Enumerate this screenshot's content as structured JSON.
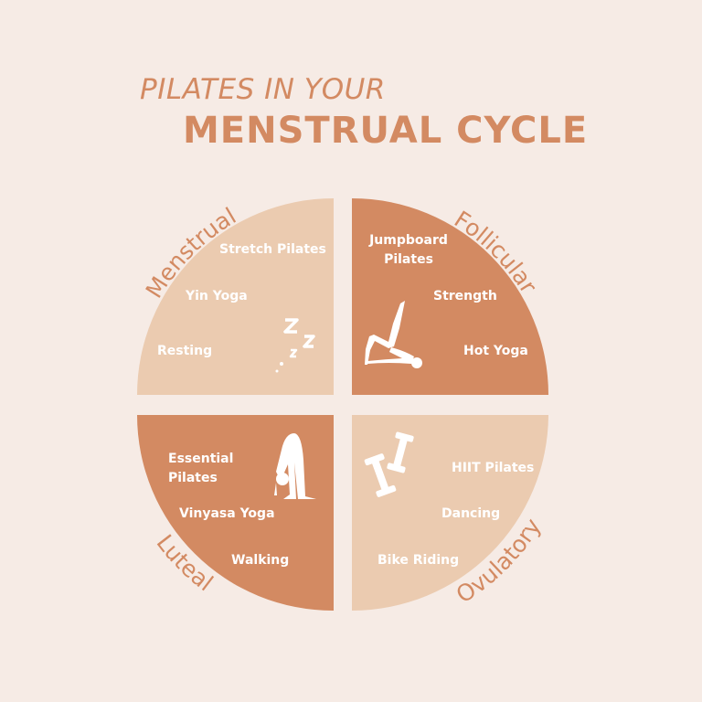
{
  "title": {
    "line1": "PILATES IN YOUR",
    "line2": "MENSTRUAL CYCLE"
  },
  "colors": {
    "background": "#f6ebe5",
    "dark_quadrant": "#d38a62",
    "light_quadrant": "#ebcbb0",
    "text": "#ffffff"
  },
  "phases": [
    {
      "name": "Menstrual",
      "icon": "sleep-zzz-icon",
      "activities": [
        "Stretch Pilates",
        "Yin Yoga",
        "Resting"
      ]
    },
    {
      "name": "Follicular",
      "icon": "pilates-pose-icon",
      "activities": [
        "Jumpboard Pilates",
        "Strength",
        "Hot Yoga"
      ]
    },
    {
      "name": "Luteal",
      "icon": "forward-fold-icon",
      "activities": [
        "Essential Pilates",
        "Vinyasa Yoga",
        "Walking"
      ]
    },
    {
      "name": "Ovulatory",
      "icon": "dumbbell-icon",
      "activities": [
        "HIIT Pilates",
        "Dancing",
        "Bike Riding"
      ]
    }
  ]
}
